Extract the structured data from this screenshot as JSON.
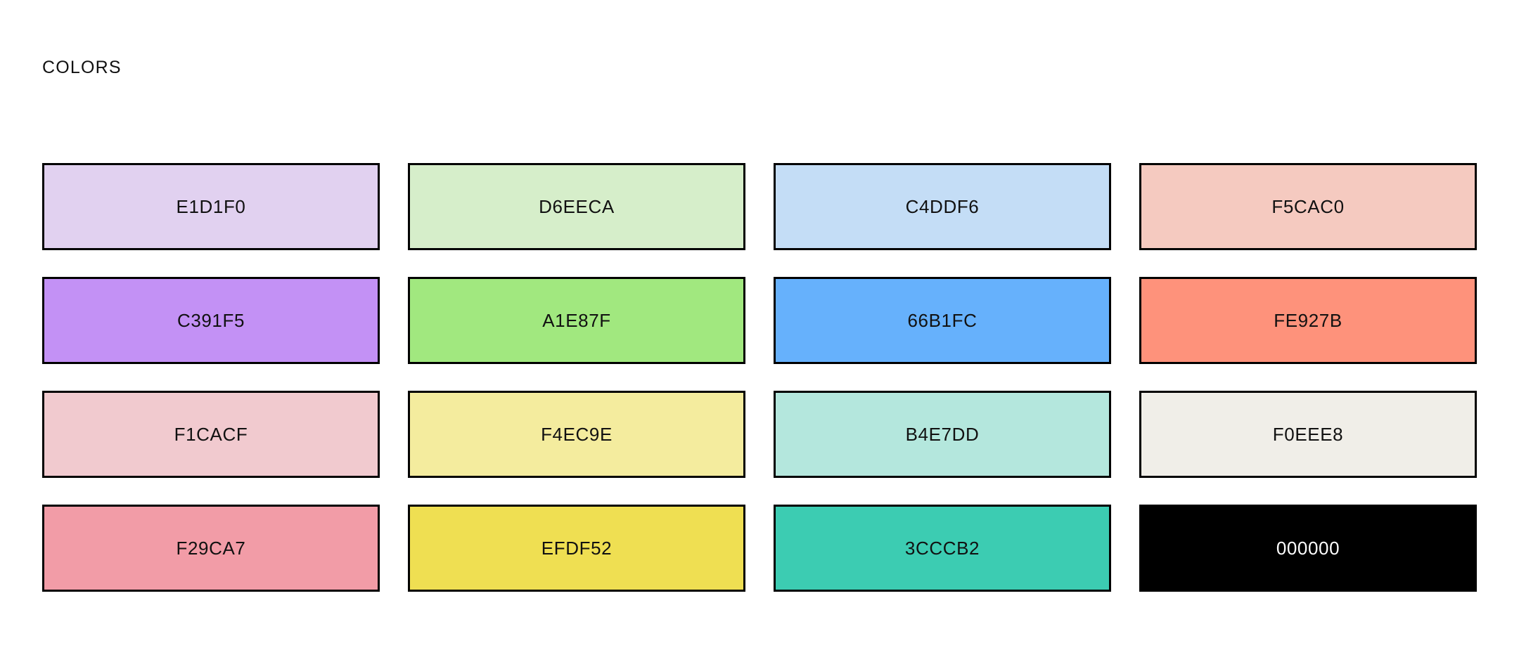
{
  "page": {
    "background": "#FFFFFF",
    "title": "COLORS"
  },
  "palette": {
    "heading": "COLORS",
    "columns": 4,
    "rows": 4,
    "swatch_border_color": "#000000",
    "swatches": [
      {
        "label": "E1D1F0",
        "hex": "#E1D1F0",
        "text_color": "#111111",
        "dark": false
      },
      {
        "label": "D6EECA",
        "hex": "#D6EECA",
        "text_color": "#111111",
        "dark": false
      },
      {
        "label": "C4DDF6",
        "hex": "#C4DDF6",
        "text_color": "#111111",
        "dark": false
      },
      {
        "label": "F5CAC0",
        "hex": "#F5CAC0",
        "text_color": "#111111",
        "dark": false
      },
      {
        "label": "C391F5",
        "hex": "#C391F5",
        "text_color": "#111111",
        "dark": false
      },
      {
        "label": "A1E87F",
        "hex": "#A1E87F",
        "text_color": "#111111",
        "dark": false
      },
      {
        "label": "66B1FC",
        "hex": "#66B1FC",
        "text_color": "#111111",
        "dark": false
      },
      {
        "label": "FE927B",
        "hex": "#FE927B",
        "text_color": "#111111",
        "dark": false
      },
      {
        "label": "F1CACF",
        "hex": "#F1CACF",
        "text_color": "#111111",
        "dark": false
      },
      {
        "label": "F4EC9E",
        "hex": "#F4EC9E",
        "text_color": "#111111",
        "dark": false
      },
      {
        "label": "B4E7DD",
        "hex": "#B4E7DD",
        "text_color": "#111111",
        "dark": false
      },
      {
        "label": "F0EEE8",
        "hex": "#F0EEE8",
        "text_color": "#111111",
        "dark": false
      },
      {
        "label": "F29CA7",
        "hex": "#F29CA7",
        "text_color": "#111111",
        "dark": false
      },
      {
        "label": "EFDF52",
        "hex": "#EFDF52",
        "text_color": "#111111",
        "dark": false
      },
      {
        "label": "3CCCB2",
        "hex": "#3CCCB2",
        "text_color": "#111111",
        "dark": false
      },
      {
        "label": "000000",
        "hex": "#000000",
        "text_color": "#FFFFFF",
        "dark": true
      }
    ]
  }
}
